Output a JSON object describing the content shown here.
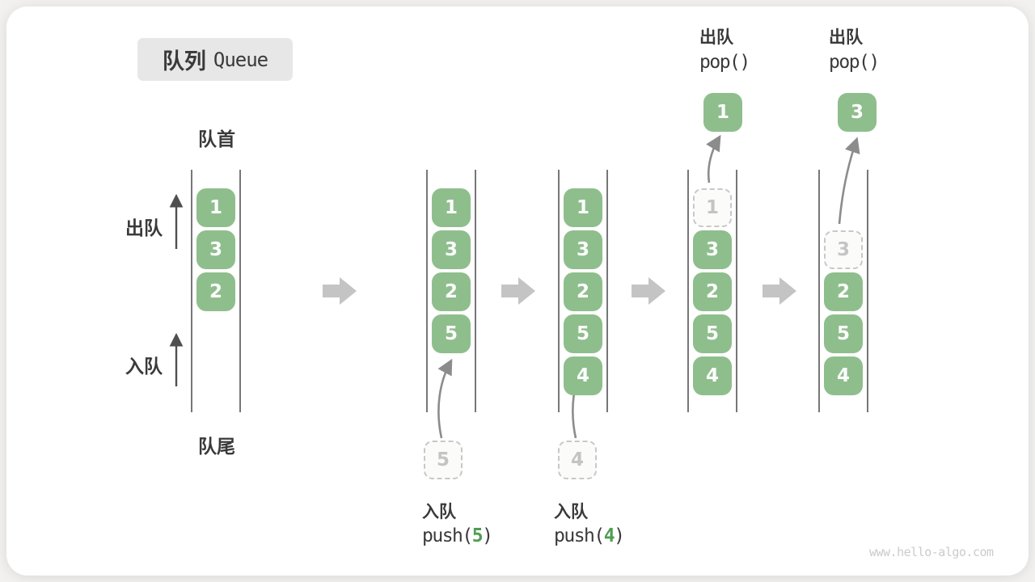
{
  "title": {
    "zh": "队列",
    "en": "Queue"
  },
  "side_labels": {
    "front": "队首",
    "rear": "队尾",
    "dequeue": "出队",
    "enqueue": "入队"
  },
  "watermark": "www.hello-algo.com",
  "colors": {
    "box_green": "#8FBE8D",
    "arg_green": "#4F9D53",
    "block_arrow_gray": "#C4C4C4",
    "ghost_border": "#C8C8C8",
    "ghost_text": "#C4C4C4",
    "channel_line": "#4A4A4A",
    "text_dark": "#3A3A3A",
    "badge_bg": "#E7E7E7"
  },
  "states": [
    {
      "items": [
        "1",
        "3",
        "2"
      ]
    },
    {
      "items": [
        "1",
        "3",
        "2",
        "5"
      ],
      "pending": "5",
      "op": {
        "label": "入队",
        "code_pre": "push(",
        "arg": "5",
        "code_post": ")"
      }
    },
    {
      "items": [
        "1",
        "3",
        "2",
        "5",
        "4"
      ],
      "pending": "4",
      "op": {
        "label": "入队",
        "code_pre": "push(",
        "arg": "4",
        "code_post": ")"
      }
    },
    {
      "ghost": "1",
      "items": [
        "3",
        "2",
        "5",
        "4"
      ],
      "popped": "1",
      "op": {
        "label": "出队",
        "code": "pop()"
      }
    },
    {
      "ghost": "3",
      "items": [
        "2",
        "5",
        "4"
      ],
      "popped": "3",
      "op": {
        "label": "出队",
        "code": "pop()"
      }
    }
  ]
}
